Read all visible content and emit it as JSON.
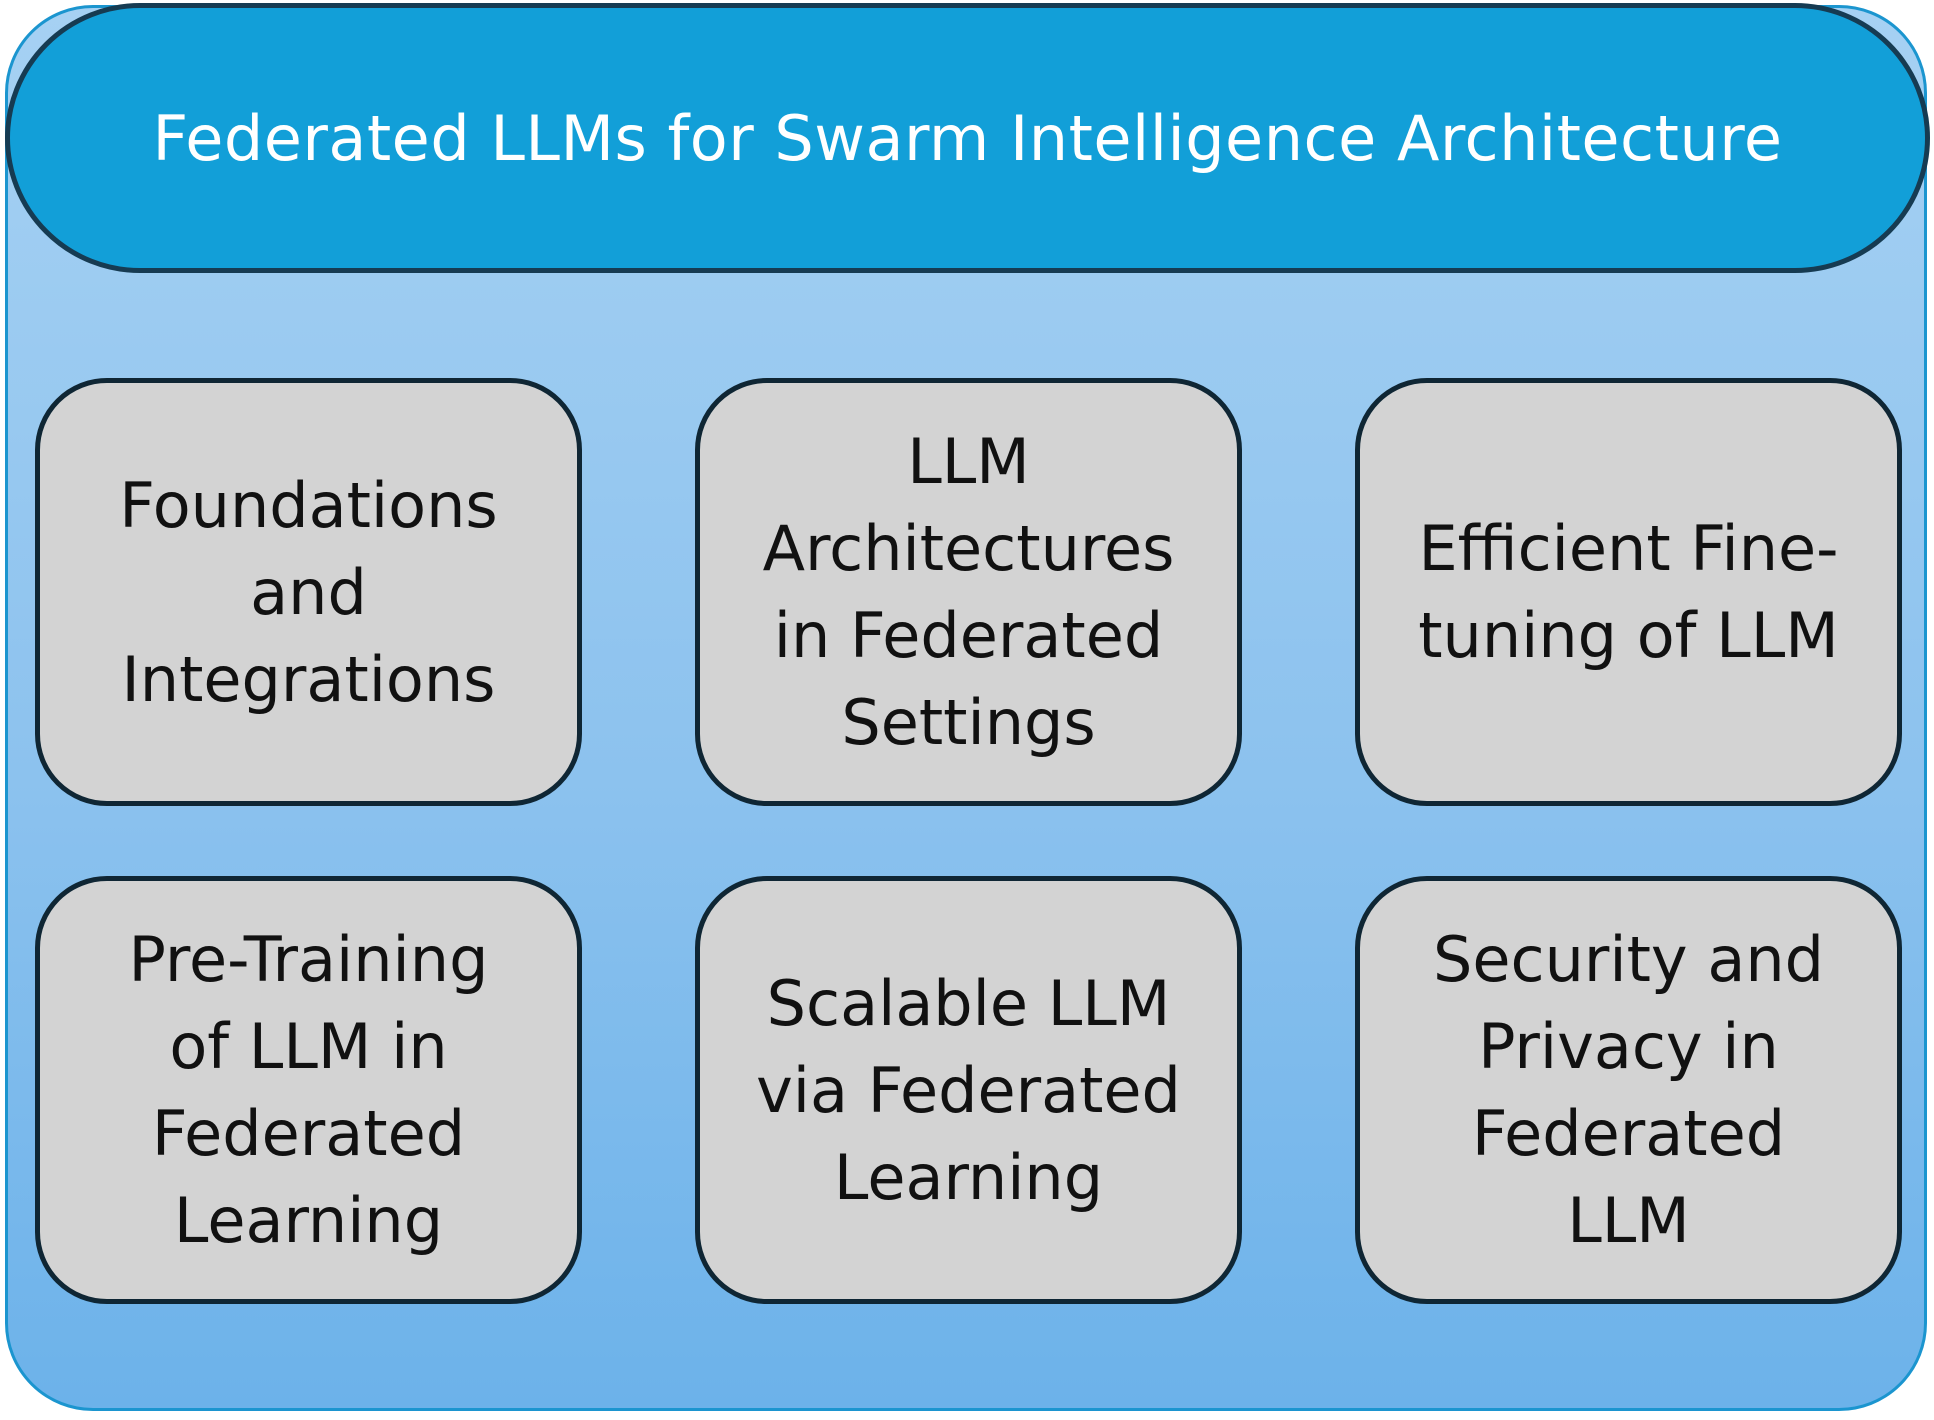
{
  "header": {
    "title": "Federated LLMs for Swarm Intelligence Architecture"
  },
  "topics": [
    {
      "label": "Foundations\nand\nIntegrations"
    },
    {
      "label": "LLM\nArchitectures\nin Federated\nSettings"
    },
    {
      "label": "Efficient Fine-\ntuning of LLM"
    },
    {
      "label": "Pre-Training\nof LLM in\nFederated\nLearning"
    },
    {
      "label": "Scalable LLM\nvia Federated\nLearning"
    },
    {
      "label": "Security and\nPrivacy in\nFederated\nLLM"
    }
  ],
  "colors": {
    "header_fill": "#129fd8",
    "panel_fill": "#8cc2ee",
    "box_fill": "#d3d3d3",
    "outline": "#0f2634"
  }
}
